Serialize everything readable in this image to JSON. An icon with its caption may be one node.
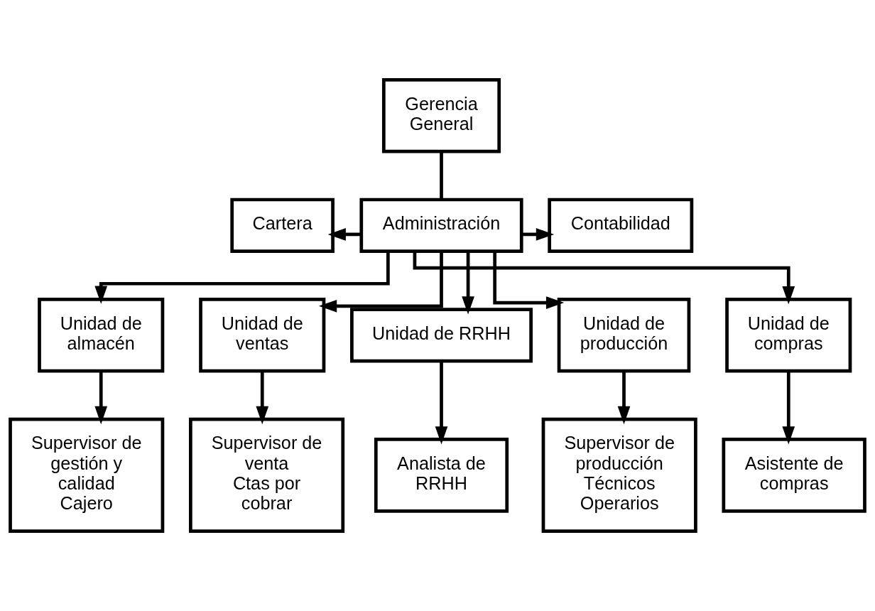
{
  "diagram": {
    "nodes": [
      {
        "text": [
          "Gerencia General"
        ]
      },
      {
        "text": [
          "Cartera"
        ]
      },
      {
        "text": [
          "Administración"
        ]
      },
      {
        "text": [
          "Contabilidad"
        ]
      },
      {
        "text": [
          "Unidad de almacén"
        ]
      },
      {
        "text": [
          "Unidad de ventas"
        ]
      },
      {
        "text": [
          "Unidad de RRHH"
        ]
      },
      {
        "text": [
          "Unidad de producción"
        ]
      },
      {
        "text": [
          "Unidad de compras"
        ]
      },
      {
        "text": [
          "Supervisor de gestión y calidad",
          "Cajero"
        ]
      },
      {
        "text": [
          "Supervisor de venta",
          "Ctas por cobrar"
        ]
      },
      {
        "text": [
          "Analista de RRHH"
        ]
      },
      {
        "text": [
          "Supervisor de producción",
          "Técnicos",
          "Operarios"
        ]
      },
      {
        "text": [
          "Asistente de compras"
        ]
      }
    ],
    "edges": [
      {
        "from": 0,
        "to": 2,
        "arrow": "none"
      },
      {
        "from": 2,
        "to": 1,
        "arrow": "to"
      },
      {
        "from": 2,
        "to": 3,
        "arrow": "to"
      },
      {
        "from": 2,
        "to": 4,
        "arrow": "to"
      },
      {
        "from": 2,
        "to": 5,
        "arrow": "to"
      },
      {
        "from": 2,
        "to": 6,
        "arrow": "to"
      },
      {
        "from": 2,
        "to": 7,
        "arrow": "to"
      },
      {
        "from": 2,
        "to": 8,
        "arrow": "to"
      },
      {
        "from": 4,
        "to": 9,
        "arrow": "to"
      },
      {
        "from": 5,
        "to": 10,
        "arrow": "to"
      },
      {
        "from": 6,
        "to": 11,
        "arrow": "to"
      },
      {
        "from": 7,
        "to": 12,
        "arrow": "to"
      },
      {
        "from": 8,
        "to": 13,
        "arrow": "to"
      }
    ]
  }
}
